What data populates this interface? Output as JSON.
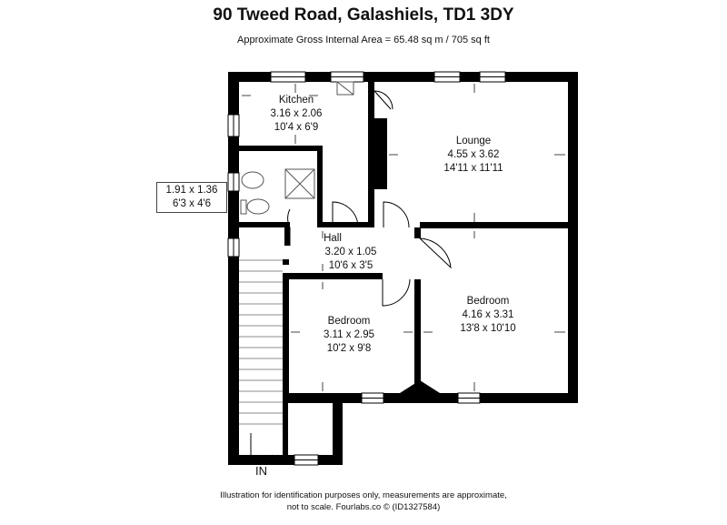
{
  "header": {
    "title": "90 Tweed Road, Galashiels, TD1 3DY",
    "area": "Approximate Gross Internal Area = 65.48 sq m / 705 sq ft"
  },
  "rooms": {
    "kitchen": {
      "name": "Kitchen",
      "metric": "3.16 x 2.06",
      "imperial": "10'4 x 6'9"
    },
    "lounge": {
      "name": "Lounge",
      "metric": "4.55 x 3.62",
      "imperial": "14'11 x 11'11"
    },
    "hall": {
      "name": "Hall",
      "metric": "3.20 x 1.05",
      "imperial": "10'6 x 3'5"
    },
    "bedroom_left": {
      "name": "Bedroom",
      "metric": "3.11 x 2.95",
      "imperial": "10'2 x 9'8"
    },
    "bedroom_right": {
      "name": "Bedroom",
      "metric": "4.16 x 3.31",
      "imperial": "13'8 x 10'10"
    },
    "bathroom": {
      "metric": "1.91 x 1.36",
      "imperial": "6'3 x 4'6"
    }
  },
  "entry_label": "IN",
  "footer": {
    "line1": "Illustration for identification purposes only, measurements are approximate,",
    "line2": "not to scale. Fourlabs.co © (ID1327584)"
  },
  "colors": {
    "wall": "#000000",
    "fixture": "#555555",
    "background": "#ffffff"
  }
}
